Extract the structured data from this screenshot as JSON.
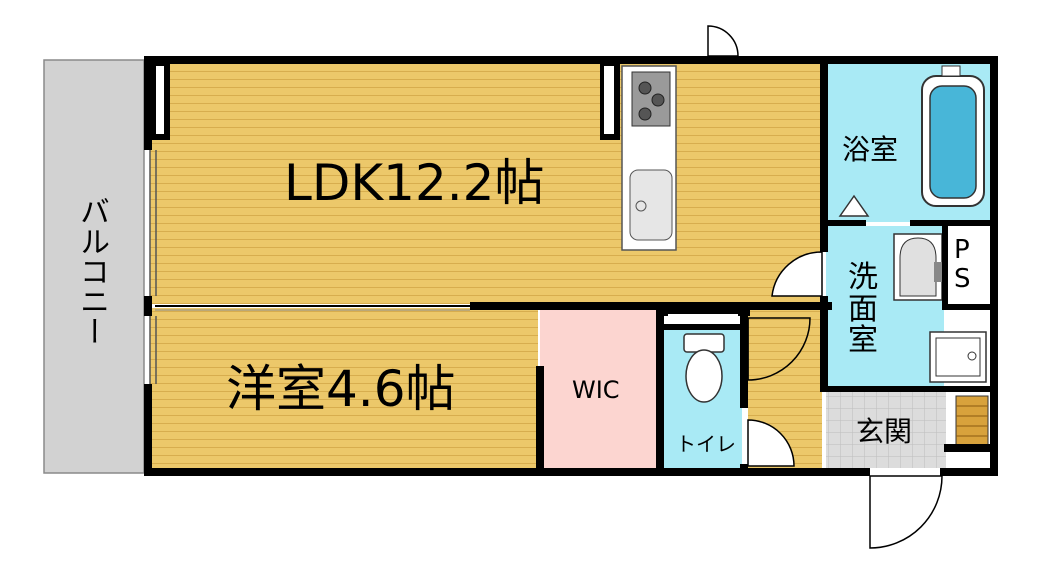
{
  "rooms": {
    "ldk": "LDK12.2帖",
    "western": "洋室4.6帖",
    "wic": "WIC",
    "bath": "浴室",
    "washroom": "洗面室",
    "toilet": "トイレ",
    "entrance": "玄関",
    "balcony": "バルコニー",
    "ps": "PS"
  },
  "colors": {
    "wood_floor": "#ecc86a",
    "wood_line": "#d7ad4e",
    "wet_area": "#a9eaf5",
    "wic_floor": "#fcd5d0",
    "balcony": "#d2d2d2",
    "entrance_tile": "#dcdcdc",
    "wall": "#000000"
  }
}
